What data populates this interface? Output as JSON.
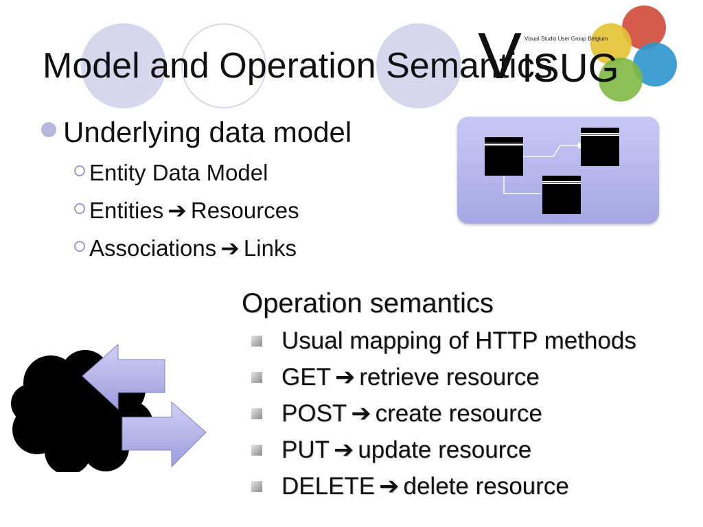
{
  "slide": {
    "title": "Model and Operation Semantics",
    "logo": {
      "letter": "V",
      "subtitle": "Visual Studio User Group Belgium",
      "rest": "ISUG",
      "colors": {
        "red": "#d04a3a",
        "yellow": "#e3c232",
        "green": "#7fb842",
        "blue": "#2e95cc"
      }
    },
    "data_model": {
      "heading": "Underlying data model",
      "items": [
        {
          "text": "Entity Data Model"
        },
        {
          "left": "Entities",
          "right": "Resources"
        },
        {
          "left": "Associations",
          "right": "Links"
        }
      ]
    },
    "operations": {
      "heading": "Operation semantics",
      "items": [
        {
          "text": "Usual mapping of HTTP methods"
        },
        {
          "left": "GET",
          "right": "retrieve resource"
        },
        {
          "left": "POST",
          "right": "create resource"
        },
        {
          "left": "PUT",
          "right": "update resource"
        },
        {
          "left": "DELETE",
          "right": "delete resource"
        }
      ]
    },
    "arrow_glyph": "➔",
    "accent_color": "#b6b6de"
  }
}
